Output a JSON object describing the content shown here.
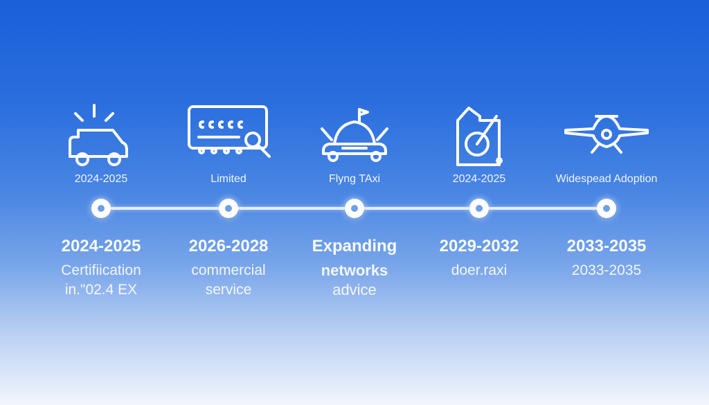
{
  "timeline": [
    {
      "icon": "car-signal-icon",
      "top_label": "2024-2025",
      "year": "2024-2025",
      "desc": [
        "Certifiication",
        "in.\"02.4 EX"
      ]
    },
    {
      "icon": "ticket-search-icon",
      "top_label": "Limited",
      "year": "2026-2028",
      "desc": [
        "commercial",
        "service"
      ]
    },
    {
      "icon": "flying-taxi-icon",
      "top_label": "Flyng TAxi",
      "year": "Expanding",
      "desc": [
        "networks",
        "advice"
      ]
    },
    {
      "icon": "document-gauge-icon",
      "top_label": "2024-2025",
      "year": "2029-2032",
      "desc": [
        "doer.raxi"
      ]
    },
    {
      "icon": "aircraft-icon",
      "top_label": "Widespead Adoption",
      "year": "2033-2035",
      "desc": [
        "2033-2035"
      ]
    }
  ]
}
